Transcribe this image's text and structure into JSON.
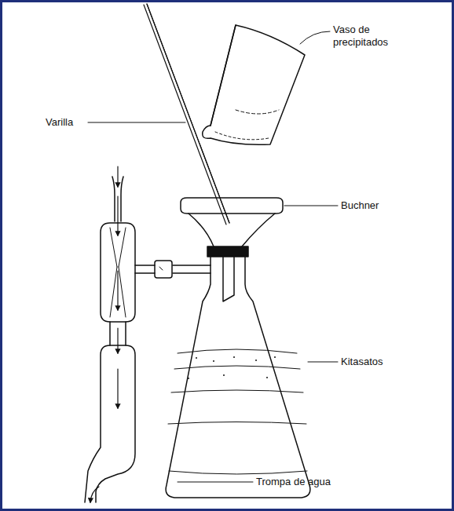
{
  "diagram": {
    "labels": [
      "Vaso de precipitados",
      "Varilla",
      "Buchner",
      "Kitasatos",
      "Trompa de agua"
    ]
  }
}
